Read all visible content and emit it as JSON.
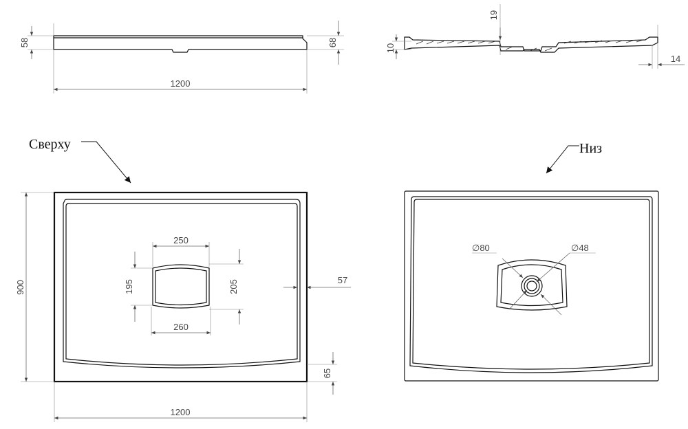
{
  "dimensions": {
    "side_height_left": "58",
    "side_height_right": "68",
    "side_length": "1200",
    "section_depth": "19",
    "section_thickness": "10",
    "section_rim": "14",
    "top_width_bottom": "1200",
    "top_height": "900",
    "drain_top_width": "250",
    "drain_bottom_width": "260",
    "drain_left_height": "195",
    "drain_right_height": "205",
    "rim_side": "57",
    "rim_bottom": "65"
  },
  "labels": {
    "top_view": "Сверху",
    "bottom_view": "Низ",
    "diameter_outer": "∅80",
    "diameter_inner": "∅48"
  },
  "colors": {
    "line": "#111111",
    "dimension": "#666666"
  }
}
